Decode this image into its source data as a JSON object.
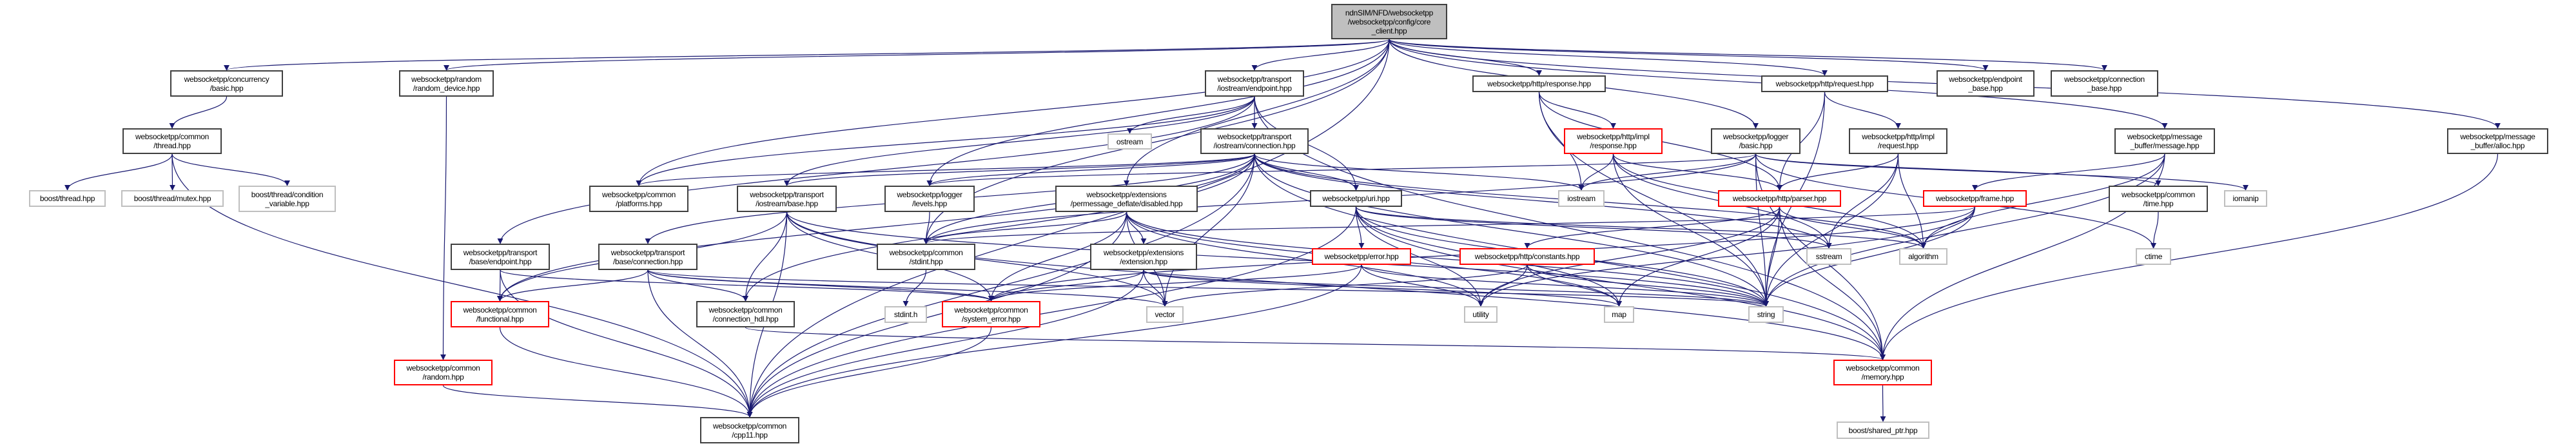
{
  "colors": {
    "edge": "#191970",
    "root_fill": "#bfbfbf",
    "file_border": "#404040",
    "incomplete_border": "#ff0000",
    "system_border": "#bfbfbf"
  },
  "nodes": [
    {
      "id": "root",
      "kind": "root",
      "lines": [
        "ndnSIM/NFD/websocketpp",
        "/websocketpp/config/core",
        "_client.hpp"
      ]
    },
    {
      "id": "conc_basic",
      "kind": "file",
      "lines": [
        "websocketpp/concurrency",
        "/basic.hpp"
      ]
    },
    {
      "id": "random_device",
      "kind": "file",
      "lines": [
        "websocketpp/random",
        "/random_device.hpp"
      ]
    },
    {
      "id": "io_endpoint",
      "kind": "file",
      "lines": [
        "websocketpp/transport",
        "/iostream/endpoint.hpp"
      ]
    },
    {
      "id": "http_response",
      "kind": "file",
      "lines": [
        "websocketpp/http/response.hpp"
      ]
    },
    {
      "id": "http_request",
      "kind": "file",
      "lines": [
        "websocketpp/http/request.hpp"
      ]
    },
    {
      "id": "endpoint_base",
      "kind": "file",
      "lines": [
        "websocketpp/endpoint",
        "_base.hpp"
      ]
    },
    {
      "id": "connection_base",
      "kind": "file",
      "lines": [
        "websocketpp/connection",
        "_base.hpp"
      ]
    },
    {
      "id": "thread",
      "kind": "file",
      "lines": [
        "websocketpp/common",
        "/thread.hpp"
      ]
    },
    {
      "id": "ostream",
      "kind": "system",
      "lines": [
        "ostream"
      ]
    },
    {
      "id": "io_connection",
      "kind": "file",
      "lines": [
        "websocketpp/transport",
        "/iostream/connection.hpp"
      ]
    },
    {
      "id": "impl_response",
      "kind": "missing",
      "lines": [
        "websocketpp/http/impl",
        "/response.hpp"
      ]
    },
    {
      "id": "logger_basic",
      "kind": "file",
      "lines": [
        "websocketpp/logger",
        "/basic.hpp"
      ]
    },
    {
      "id": "impl_request",
      "kind": "file",
      "lines": [
        "websocketpp/http/impl",
        "/request.hpp"
      ]
    },
    {
      "id": "msg_message",
      "kind": "file",
      "lines": [
        "websocketpp/message",
        "_buffer/message.hpp"
      ]
    },
    {
      "id": "msg_alloc",
      "kind": "file",
      "lines": [
        "websocketpp/message",
        "_buffer/alloc.hpp"
      ]
    },
    {
      "id": "boost_thread",
      "kind": "system",
      "lines": [
        "boost/thread.hpp"
      ]
    },
    {
      "id": "boost_mutex",
      "kind": "system",
      "lines": [
        "boost/thread/mutex.hpp"
      ]
    },
    {
      "id": "boost_condvar",
      "kind": "system",
      "lines": [
        "boost/thread/condition",
        "_variable.hpp"
      ]
    },
    {
      "id": "platforms",
      "kind": "file",
      "lines": [
        "websocketpp/common",
        "/platforms.hpp"
      ]
    },
    {
      "id": "io_base",
      "kind": "file",
      "lines": [
        "websocketpp/transport",
        "/iostream/base.hpp"
      ]
    },
    {
      "id": "levels",
      "kind": "file",
      "lines": [
        "websocketpp/logger",
        "/levels.hpp"
      ]
    },
    {
      "id": "pmd_disabled",
      "kind": "file",
      "lines": [
        "websocketpp/extensions",
        "/permessage_deflate/disabled.hpp"
      ]
    },
    {
      "id": "uri",
      "kind": "file",
      "lines": [
        "websocketpp/uri.hpp"
      ]
    },
    {
      "id": "iostream",
      "kind": "system",
      "lines": [
        "iostream"
      ]
    },
    {
      "id": "parser",
      "kind": "missing",
      "lines": [
        "websocketpp/http/parser.hpp"
      ]
    },
    {
      "id": "frame",
      "kind": "missing",
      "lines": [
        "websocketpp/frame.hpp"
      ]
    },
    {
      "id": "time",
      "kind": "file",
      "lines": [
        "websocketpp/common",
        "/time.hpp"
      ]
    },
    {
      "id": "iomanip",
      "kind": "system",
      "lines": [
        "iomanip"
      ]
    },
    {
      "id": "base_endpoint",
      "kind": "file",
      "lines": [
        "websocketpp/transport",
        "/base/endpoint.hpp"
      ]
    },
    {
      "id": "base_connection",
      "kind": "file",
      "lines": [
        "websocketpp/transport",
        "/base/connection.hpp"
      ]
    },
    {
      "id": "stdint",
      "kind": "file",
      "lines": [
        "websocketpp/common",
        "/stdint.hpp"
      ]
    },
    {
      "id": "extension",
      "kind": "file",
      "lines": [
        "websocketpp/extensions",
        "/extension.hpp"
      ]
    },
    {
      "id": "error",
      "kind": "missing",
      "lines": [
        "websocketpp/error.hpp"
      ]
    },
    {
      "id": "constants",
      "kind": "missing",
      "lines": [
        "websocketpp/http/constants.hpp"
      ]
    },
    {
      "id": "sstream",
      "kind": "system",
      "lines": [
        "sstream"
      ]
    },
    {
      "id": "algorithm",
      "kind": "system",
      "lines": [
        "algorithm"
      ]
    },
    {
      "id": "ctime",
      "kind": "system",
      "lines": [
        "ctime"
      ]
    },
    {
      "id": "functional",
      "kind": "missing",
      "lines": [
        "websocketpp/common",
        "/functional.hpp"
      ]
    },
    {
      "id": "connection_hdl",
      "kind": "file",
      "lines": [
        "websocketpp/common",
        "/connection_hdl.hpp"
      ]
    },
    {
      "id": "stdint_h",
      "kind": "system",
      "lines": [
        "stdint.h"
      ]
    },
    {
      "id": "system_error",
      "kind": "missing",
      "lines": [
        "websocketpp/common",
        "/system_error.hpp"
      ]
    },
    {
      "id": "vector",
      "kind": "system",
      "lines": [
        "vector"
      ]
    },
    {
      "id": "utility",
      "kind": "system",
      "lines": [
        "utility"
      ]
    },
    {
      "id": "map",
      "kind": "system",
      "lines": [
        "map"
      ]
    },
    {
      "id": "string",
      "kind": "system",
      "lines": [
        "string"
      ]
    },
    {
      "id": "random",
      "kind": "missing",
      "lines": [
        "websocketpp/common",
        "/random.hpp"
      ]
    },
    {
      "id": "memory",
      "kind": "missing",
      "lines": [
        "websocketpp/common",
        "/memory.hpp"
      ]
    },
    {
      "id": "cpp11",
      "kind": "file",
      "lines": [
        "websocketpp/common",
        "/cpp11.hpp"
      ]
    },
    {
      "id": "shared_ptr",
      "kind": "system",
      "lines": [
        "boost/shared_ptr.hpp"
      ]
    }
  ],
  "edges": [
    [
      "root",
      "conc_basic"
    ],
    [
      "root",
      "random_device"
    ],
    [
      "root",
      "io_endpoint"
    ],
    [
      "root",
      "http_response"
    ],
    [
      "root",
      "http_request"
    ],
    [
      "root",
      "endpoint_base"
    ],
    [
      "root",
      "connection_base"
    ],
    [
      "root",
      "msg_message"
    ],
    [
      "root",
      "msg_alloc"
    ],
    [
      "root",
      "logger_basic"
    ],
    [
      "root",
      "pmd_disabled"
    ],
    [
      "root",
      "platforms"
    ],
    [
      "root",
      "levels"
    ],
    [
      "root",
      "cpp11"
    ],
    [
      "root",
      "stdint"
    ],
    [
      "conc_basic",
      "thread"
    ],
    [
      "thread",
      "boost_thread"
    ],
    [
      "thread",
      "boost_mutex"
    ],
    [
      "thread",
      "boost_condvar"
    ],
    [
      "thread",
      "cpp11"
    ],
    [
      "random_device",
      "random"
    ],
    [
      "random",
      "cpp11"
    ],
    [
      "io_endpoint",
      "ostream"
    ],
    [
      "io_endpoint",
      "io_connection"
    ],
    [
      "io_endpoint",
      "uri"
    ],
    [
      "io_endpoint",
      "base_endpoint"
    ],
    [
      "io_endpoint",
      "io_base"
    ],
    [
      "io_endpoint",
      "platforms"
    ],
    [
      "io_endpoint",
      "memory"
    ],
    [
      "io_connection",
      "base_connection"
    ],
    [
      "io_connection",
      "io_base"
    ],
    [
      "io_connection",
      "uri"
    ],
    [
      "io_connection",
      "connection_hdl"
    ],
    [
      "io_connection",
      "platforms"
    ],
    [
      "io_connection",
      "levels"
    ],
    [
      "io_connection",
      "functional"
    ],
    [
      "io_connection",
      "cpp11"
    ],
    [
      "io_connection",
      "memory"
    ],
    [
      "io_connection",
      "vector"
    ],
    [
      "io_connection",
      "sstream"
    ],
    [
      "io_connection",
      "string"
    ],
    [
      "io_connection",
      "iostream"
    ],
    [
      "io_connection",
      "algorithm"
    ],
    [
      "io_connection",
      "stdint"
    ],
    [
      "io_base",
      "functional"
    ],
    [
      "io_base",
      "system_error"
    ],
    [
      "io_base",
      "connection_hdl"
    ],
    [
      "io_base",
      "cpp11"
    ],
    [
      "io_base",
      "string"
    ],
    [
      "io_base",
      "vector"
    ],
    [
      "io_base",
      "memory"
    ],
    [
      "levels",
      "stdint"
    ],
    [
      "pmd_disabled",
      "extension"
    ],
    [
      "pmd_disabled",
      "system_error"
    ],
    [
      "pmd_disabled",
      "cpp11"
    ],
    [
      "pmd_disabled",
      "stdint"
    ],
    [
      "pmd_disabled",
      "string"
    ],
    [
      "pmd_disabled",
      "utility"
    ],
    [
      "pmd_disabled",
      "map"
    ],
    [
      "pmd_disabled",
      "vector"
    ],
    [
      "extension",
      "system_error"
    ],
    [
      "extension",
      "vector"
    ],
    [
      "extension",
      "cpp11"
    ],
    [
      "extension",
      "string"
    ],
    [
      "extension",
      "map"
    ],
    [
      "uri",
      "error"
    ],
    [
      "uri",
      "cpp11"
    ],
    [
      "uri",
      "string"
    ],
    [
      "uri",
      "sstream"
    ],
    [
      "uri",
      "map"
    ],
    [
      "uri",
      "utility"
    ],
    [
      "uri",
      "algorithm"
    ],
    [
      "uri",
      "memory"
    ],
    [
      "error",
      "system_error"
    ],
    [
      "error",
      "cpp11"
    ],
    [
      "error",
      "string"
    ],
    [
      "error",
      "utility"
    ],
    [
      "constants",
      "vector"
    ],
    [
      "constants",
      "map"
    ],
    [
      "constants",
      "string"
    ],
    [
      "constants",
      "utility"
    ],
    [
      "http_response",
      "iostream"
    ],
    [
      "http_response",
      "impl_response"
    ],
    [
      "http_response",
      "parser"
    ],
    [
      "http_response",
      "string"
    ],
    [
      "impl_response",
      "parser"
    ],
    [
      "impl_response",
      "algorithm"
    ],
    [
      "impl_response",
      "iostream"
    ],
    [
      "impl_response",
      "sstream"
    ],
    [
      "impl_response",
      "string"
    ],
    [
      "http_request",
      "parser"
    ],
    [
      "http_request",
      "impl_request"
    ],
    [
      "http_request",
      "string"
    ],
    [
      "impl_request",
      "parser"
    ],
    [
      "impl_request",
      "algorithm"
    ],
    [
      "impl_request",
      "sstream"
    ],
    [
      "impl_request",
      "string"
    ],
    [
      "logger_basic",
      "levels"
    ],
    [
      "logger_basic",
      "time"
    ],
    [
      "logger_basic",
      "iostream"
    ],
    [
      "logger_basic",
      "iomanip"
    ],
    [
      "logger_basic",
      "ctime"
    ],
    [
      "logger_basic",
      "string"
    ],
    [
      "logger_basic",
      "stdint"
    ],
    [
      "logger_basic",
      "memory"
    ],
    [
      "parser",
      "constants"
    ],
    [
      "parser",
      "algorithm"
    ],
    [
      "parser",
      "map"
    ],
    [
      "parser",
      "string"
    ],
    [
      "parser",
      "utility"
    ],
    [
      "parser",
      "memory"
    ],
    [
      "frame",
      "algorithm"
    ],
    [
      "frame",
      "string"
    ],
    [
      "frame",
      "utility"
    ],
    [
      "frame",
      "stdint"
    ],
    [
      "frame",
      "system_error"
    ],
    [
      "msg_message",
      "frame"
    ],
    [
      "msg_message",
      "memory"
    ],
    [
      "msg_message",
      "string"
    ],
    [
      "msg_message",
      "algorithm"
    ],
    [
      "msg_alloc",
      "memory"
    ],
    [
      "time",
      "ctime"
    ],
    [
      "base_endpoint",
      "functional"
    ],
    [
      "base_endpoint",
      "system_error"
    ],
    [
      "base_endpoint",
      "cpp11"
    ],
    [
      "base_connection",
      "functional"
    ],
    [
      "base_connection",
      "connection_hdl"
    ],
    [
      "base_connection",
      "system_error"
    ],
    [
      "base_connection",
      "cpp11"
    ],
    [
      "base_connection",
      "string"
    ],
    [
      "base_connection",
      "vector"
    ],
    [
      "connection_hdl",
      "memory"
    ],
    [
      "system_error",
      "cpp11"
    ],
    [
      "functional",
      "cpp11"
    ],
    [
      "stdint",
      "stdint_h"
    ],
    [
      "memory",
      "shared_ptr"
    ]
  ]
}
